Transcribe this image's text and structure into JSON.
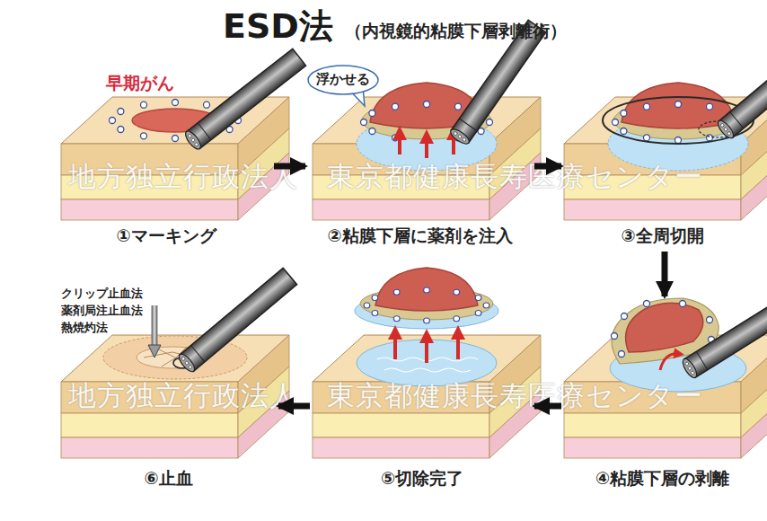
{
  "diagram": {
    "title": "ESD法",
    "nodes": [
      {
        "text": [
          "①マーキング"
        ]
      },
      {
        "text": [
          "②粘膜下層に薬剤を注入"
        ]
      },
      {
        "text": [
          "浮かせる"
        ],
        "in": 1
      },
      {
        "text": [
          "③全周切開"
        ]
      },
      {
        "text": [
          "④粘膜下層の剥離"
        ]
      },
      {
        "text": [
          "⑤切除完了"
        ]
      },
      {
        "text": [
          "⑥止血"
        ]
      }
    ],
    "edges": [
      {
        "from": 0,
        "to": 1,
        "arrow": "to"
      },
      {
        "from": 1,
        "to": 3,
        "arrow": "to"
      },
      {
        "from": 3,
        "to": 4,
        "arrow": "to"
      },
      {
        "from": 4,
        "to": 5,
        "arrow": "to"
      },
      {
        "from": 5,
        "to": 6,
        "arrow": "to"
      }
    ],
    "labels": [
      "（内視鏡的粘膜下層剥離術）",
      "早期がん",
      "クリップ止血法",
      "薬剤局注止血法",
      "熱焼灼法",
      "地方独立行政法人　東京都健康長寿医療センター",
      "地方独立行政法人　東京都健康長寿医療センター"
    ]
  }
}
